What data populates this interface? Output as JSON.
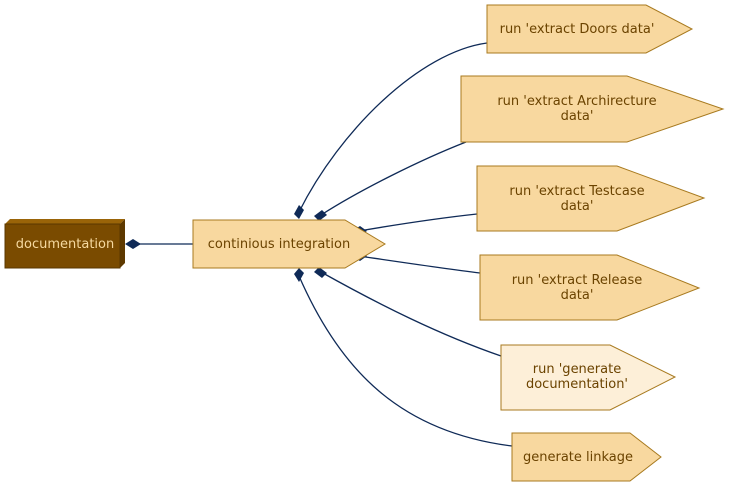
{
  "diagram": {
    "root": {
      "label": "documentation",
      "colors": {
        "fill": "#7a4b00",
        "top": "#9a6408",
        "text": "#f6d9a0"
      }
    },
    "hub": {
      "label": "continious integration",
      "colors": {
        "fill": "#f8d89f",
        "border": "#a87a1f"
      }
    },
    "leaves": [
      {
        "lines": [
          "run 'extract Doors data'"
        ],
        "fill": "#f8d89f"
      },
      {
        "lines": [
          "run 'extract Archirecture",
          "data'"
        ],
        "fill": "#f8d89f"
      },
      {
        "lines": [
          "run 'extract Testcase",
          "data'"
        ],
        "fill": "#f8d89f"
      },
      {
        "lines": [
          "run 'extract Release",
          "data'"
        ],
        "fill": "#f8d89f"
      },
      {
        "lines": [
          "run 'generate",
          "documentation'"
        ],
        "fill": "#fdefd8"
      },
      {
        "lines": [
          "generate linkage"
        ],
        "fill": "#f8d89f"
      }
    ],
    "edge_color": "#0f2a57"
  }
}
